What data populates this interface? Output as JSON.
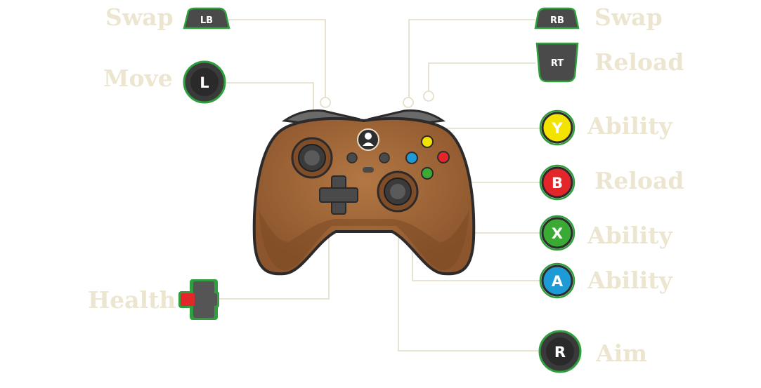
{
  "colors": {
    "label_text": "#ece5cf",
    "leader_line": "#e3dcc4",
    "controller_body": "#a5693a",
    "controller_outline": "#2c2a2a",
    "button_y": "#f2e400",
    "button_b": "#e3262a",
    "button_x": "#3aaa35",
    "button_a": "#1e9bd7",
    "badge_ring": "#2f9e3c",
    "badge_dark": "#3a3a3a"
  },
  "labels": {
    "lb": "Swap",
    "rb": "Swap",
    "rt": "Reload",
    "left_stick": "Move",
    "y": "Ability",
    "b": "Reload",
    "x": "Ability",
    "a": "Ability",
    "dpad_left": "Health",
    "right_stick": "Aim"
  },
  "badges": {
    "lb": "LB",
    "rb": "RB",
    "rt": "RT",
    "left_stick": "L",
    "right_stick": "R",
    "y": "Y",
    "b": "B",
    "x": "X",
    "a": "A"
  }
}
